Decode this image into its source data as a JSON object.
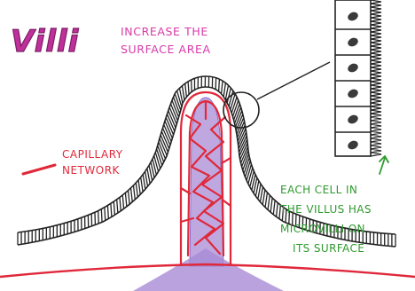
{
  "diagram": {
    "title": "Villi",
    "subtitle_line1": "INCREASE THE",
    "subtitle_line2": "SURFACE AREA",
    "capillary_label_line1": "CAPILLARY",
    "capillary_label_line2": "NETWORK",
    "cell_note_line1": "EACH CELL  IN",
    "cell_note_line2": "THE VILLUS HAS",
    "cell_note_line3": "MICROVILLI  ON",
    "cell_note_line4": "ITS SURFACE"
  },
  "colors": {
    "title_fill": "#c0309b",
    "subtitle": "#d93aa8",
    "capillary": "#e0283a",
    "lacteal": "#a98bd6",
    "note_green": "#2f9a2f",
    "outline": "#222222",
    "cell_nucleus": "#3a3a3a"
  }
}
